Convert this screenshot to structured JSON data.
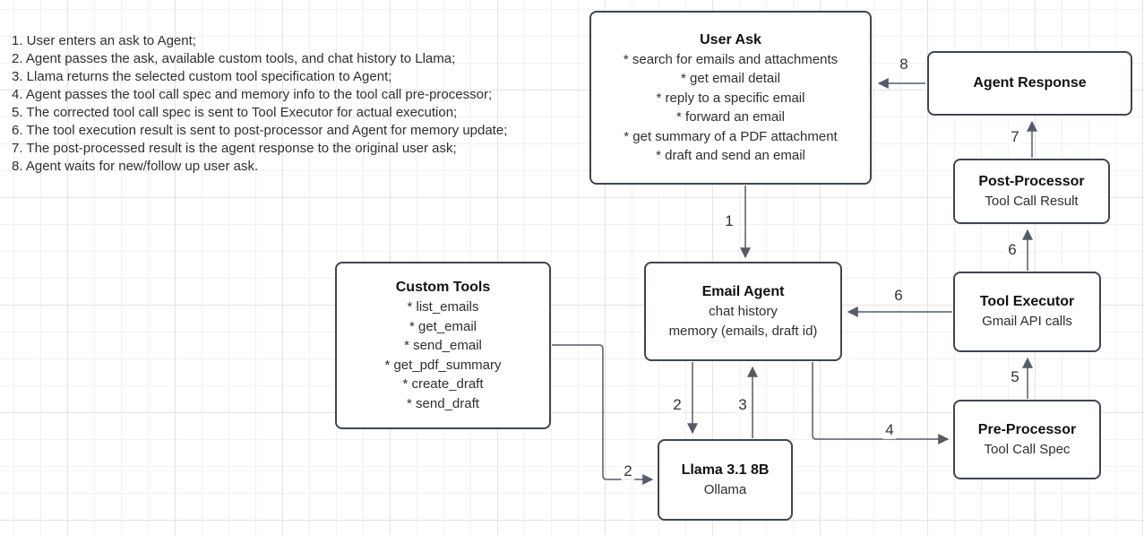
{
  "colors": {
    "node_border": "#3f4650",
    "edge": "#545c6a",
    "title_text": "#111111",
    "body_text": "#2f2f2f",
    "grid_minor": "#f1f1f1",
    "grid_major": "#e3e3e3"
  },
  "steps": [
    "1. User enters an ask to Agent;",
    "2. Agent passes the ask, available custom tools, and chat history to Llama;",
    "3. Llama returns the selected custom tool specification to Agent;",
    "4. Agent passes the tool call spec and memory info to the tool call pre-processor;",
    "5. The corrected tool call spec is sent to Tool Executor for actual execution;",
    "6. The tool execution result is sent to post-processor and Agent for memory update;",
    "7. The post-processed result is the agent response to the original user ask;",
    "8. Agent waits for new/follow up user ask."
  ],
  "nodes": {
    "user_ask": {
      "title": "User Ask",
      "items": [
        "* search for emails and attachments",
        "* get email detail",
        "* reply to a specific email",
        "* forward an email",
        "* get summary of a PDF attachment",
        "* draft and send an email"
      ]
    },
    "agent_response": {
      "title": "Agent Response"
    },
    "post_processor": {
      "title": "Post-Processor",
      "subtitle": "Tool Call Result"
    },
    "tool_executor": {
      "title": "Tool Executor",
      "subtitle": "Gmail API calls"
    },
    "pre_processor": {
      "title": "Pre-Processor",
      "subtitle": "Tool Call Spec"
    },
    "email_agent": {
      "title": "Email Agent",
      "lines": [
        "chat history",
        "memory (emails, draft id)"
      ]
    },
    "custom_tools": {
      "title": "Custom Tools",
      "items": [
        "* list_emails",
        "* get_email",
        "* send_email",
        "* get_pdf_summary",
        "* create_draft",
        "* send_draft"
      ]
    },
    "llama": {
      "title": "Llama 3.1 8B",
      "subtitle": "Ollama"
    }
  },
  "edge_labels": {
    "user_ask_to_email_agent": "1",
    "email_agent_to_llama": "2",
    "custom_tools_to_llama": "2",
    "llama_to_email_agent": "3",
    "email_agent_to_pre_processor": "4",
    "pre_processor_to_tool_executor": "5",
    "tool_executor_to_email_agent": "6",
    "tool_executor_to_post_processor": "6",
    "post_processor_to_agent_response": "7",
    "agent_response_to_user_ask": "8"
  }
}
